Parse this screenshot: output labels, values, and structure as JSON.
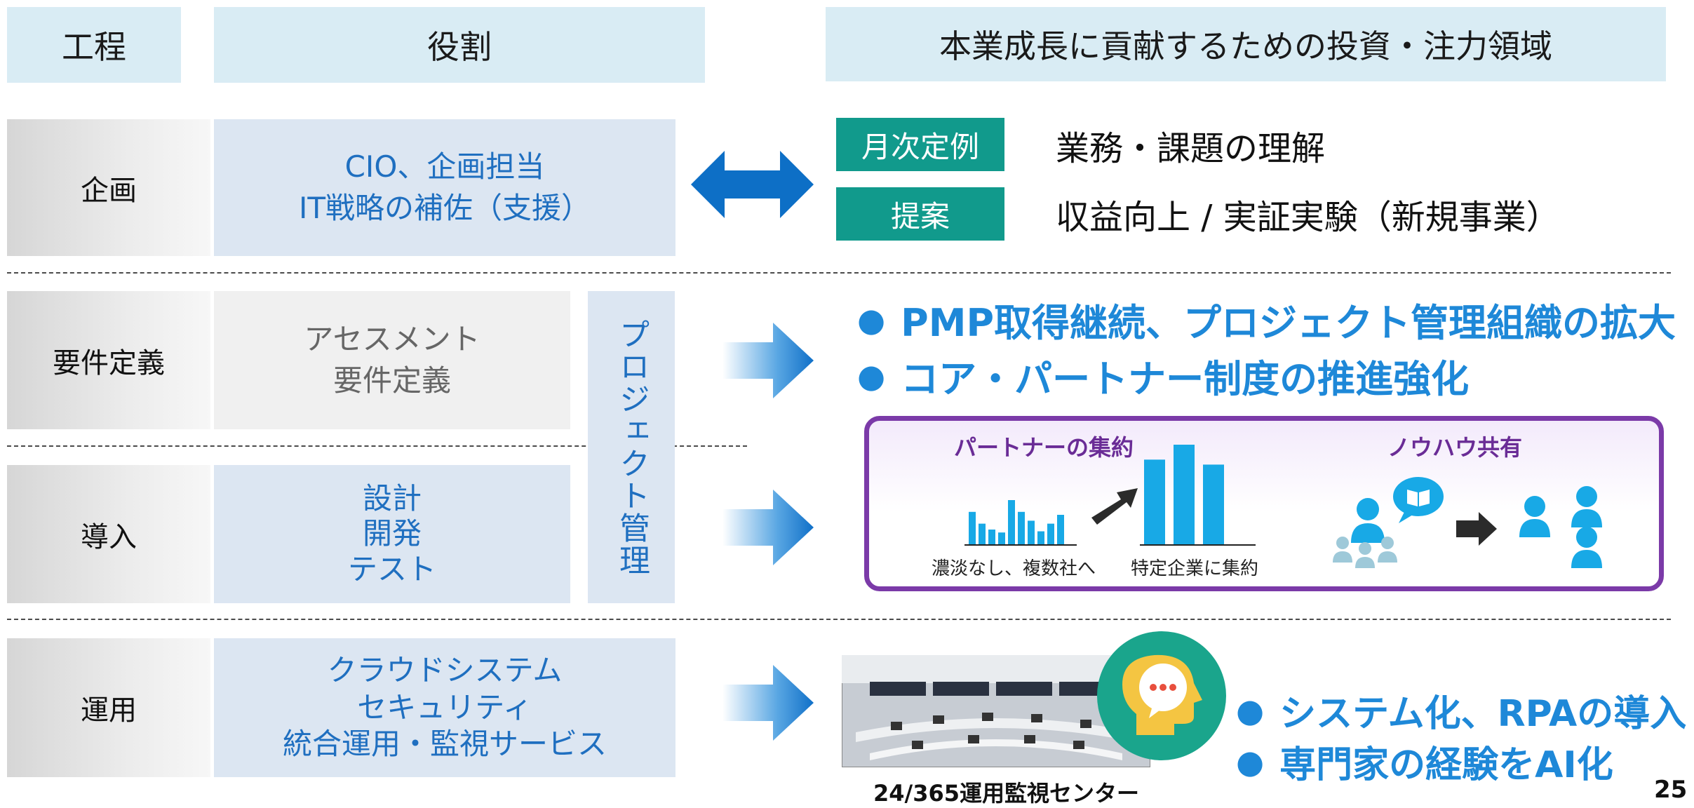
{
  "headers": {
    "process": "工程",
    "role": "役割",
    "investment": "本業成長に貢献するための投資・注力領域"
  },
  "stages": {
    "planning": "企画",
    "requirements": "要件定義",
    "implementation": "導入",
    "operation": "運用"
  },
  "roles": {
    "planning": [
      "CIO、企画担当",
      "IT戦略の補佐（支援）"
    ],
    "requirements": [
      "アセスメント",
      "要件定義"
    ],
    "implementation": [
      "設計",
      "開発",
      "テスト"
    ],
    "operation": [
      "クラウドシステム",
      "セキュリティ",
      "統合運用・監視サービス"
    ]
  },
  "project_management": "プロジェクト管理",
  "planning_items": [
    {
      "tag": "月次定例",
      "text": "業務・課題の理解"
    },
    {
      "tag": "提案",
      "text": "収益向上 / 実証実験（新規事業）"
    }
  ],
  "requirements_bullets": [
    "PMP取得継続、プロジェクト管理組織の拡大",
    "コア・パートナー制度の推進強化"
  ],
  "partner_box": {
    "title_left": "パートナーの集約",
    "title_right": "ノウハウ共有",
    "label_before": "濃淡なし、複数社へ",
    "label_after": "特定企業に集約",
    "before_bars": [
      0.55,
      0.35,
      0.25,
      0.2,
      0.75,
      0.55,
      0.4,
      0.22,
      0.35,
      0.5
    ],
    "after_bars": [
      0.85,
      1.0,
      0.8
    ],
    "accent_color": "#7b3aa8",
    "bar_color": "#18a9e6"
  },
  "operation_bullets": [
    "システム化、RPAの導入",
    "専門家の経験をAI化"
  ],
  "monitoring_caption": "24/365運用監視センター",
  "page_number": "25",
  "colors": {
    "header_bg": "#d9ecf4",
    "role_bg": "#dce6f2",
    "role_text": "#1f6fc0",
    "tag_bg": "#119a8c",
    "bullet": "#1e88d8"
  }
}
